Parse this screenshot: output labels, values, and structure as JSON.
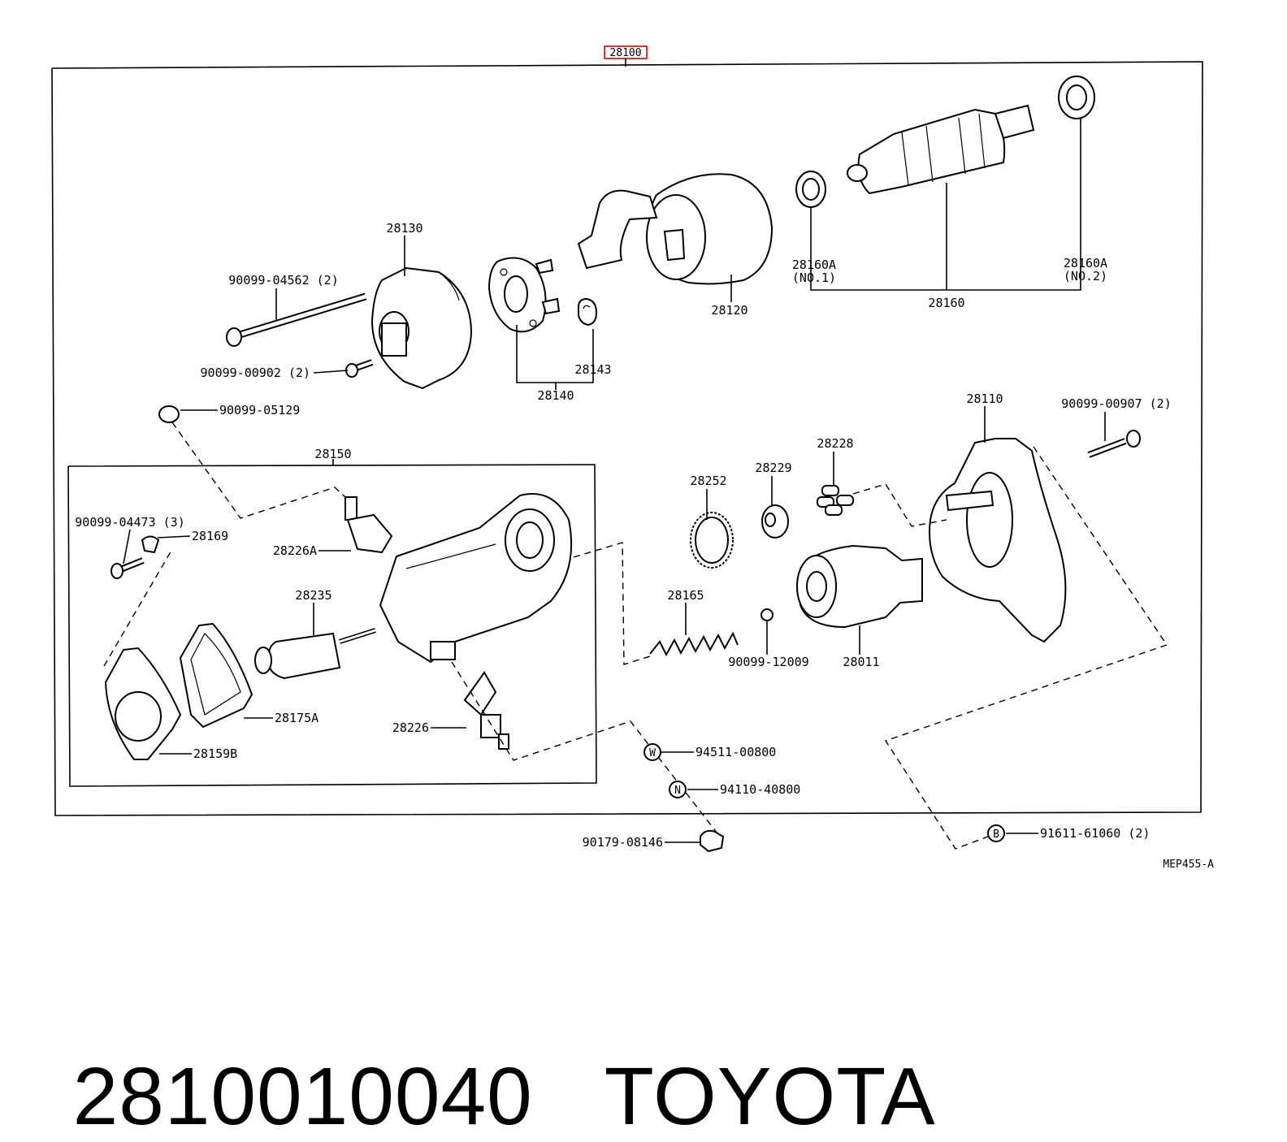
{
  "assembly_label": "28100",
  "caption": {
    "part_number": "2810010040",
    "brand": "TOYOTA"
  },
  "drawing_code": "MEP455-A",
  "part_labels": {
    "p28130": "28130",
    "p90099_04562": "90099-04562 (2)",
    "p90099_00902": "90099-00902 (2)",
    "p90099_05129": "90099-05129",
    "p28140": "28140",
    "p28143": "28143",
    "p28120": "28120",
    "p28160A_1": "28160A",
    "p28160A_1_sub": "(NO.1)",
    "p28160A_2": "28160A",
    "p28160A_2_sub": "(NO.2)",
    "p28160": "28160",
    "p28150": "28150",
    "p90099_04473": "90099-04473 (3)",
    "p28169": "28169",
    "p28226A": "28226A",
    "p28235": "28235",
    "p28175A": "28175A",
    "p28159B": "28159B",
    "p28226": "28226",
    "p28252": "28252",
    "p28229": "28229",
    "p28228": "28228",
    "p28110": "28110",
    "p90099_00907": "90099-00907 (2)",
    "p28165": "28165",
    "p90099_12009": "90099-12009",
    "p28011": "28011",
    "p94511_00800": "94511-00800",
    "p94110_40800": "94110-40800",
    "p90179_08146": "90179-08146",
    "p91611_61060": "91611-61060 (2)"
  },
  "callout_letters": {
    "w": "W",
    "n": "N",
    "b": "B"
  },
  "colors": {
    "line": "#000000",
    "assembly_highlight": "#e00000",
    "background": "#ffffff"
  }
}
